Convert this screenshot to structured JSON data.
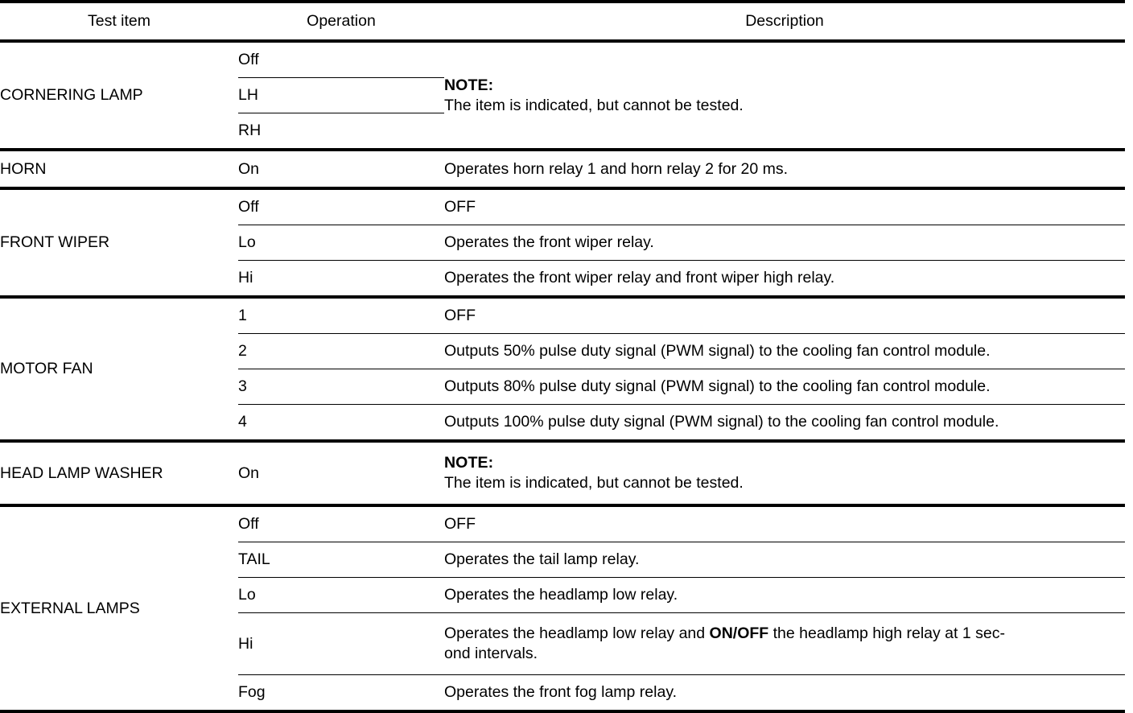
{
  "table": {
    "headers": [
      "Test item",
      "Operation",
      "Description"
    ],
    "groups": [
      {
        "item": "CORNERING LAMP",
        "rows": [
          {
            "operation": "Off",
            "description": {
              "note_label": "NOTE:",
              "note_body": "The item is indicated, but cannot be tested.",
              "rowspan": 3
            }
          },
          {
            "operation": "LH"
          },
          {
            "operation": "RH"
          }
        ]
      },
      {
        "item": "HORN",
        "rows": [
          {
            "operation": "On",
            "description": {
              "text": "Operates horn relay 1 and horn relay 2 for 20 ms."
            }
          }
        ]
      },
      {
        "item": "FRONT WIPER",
        "rows": [
          {
            "operation": "Off",
            "description": {
              "text": "OFF"
            }
          },
          {
            "operation": "Lo",
            "description": {
              "text": "Operates the front wiper relay."
            }
          },
          {
            "operation": "Hi",
            "description": {
              "text": "Operates the front wiper relay and front wiper high relay."
            }
          }
        ]
      },
      {
        "item": "MOTOR FAN",
        "rows": [
          {
            "operation": "1",
            "description": {
              "text": "OFF"
            }
          },
          {
            "operation": "2",
            "description": {
              "text": "Outputs 50% pulse duty signal (PWM signal) to the cooling fan control module."
            }
          },
          {
            "operation": "3",
            "description": {
              "text": "Outputs 80% pulse duty signal (PWM signal) to the cooling fan control module."
            }
          },
          {
            "operation": "4",
            "description": {
              "text": "Outputs 100% pulse duty signal (PWM signal) to the cooling fan control module."
            }
          }
        ]
      },
      {
        "item": "HEAD LAMP WASHER",
        "rows": [
          {
            "operation": "On",
            "description": {
              "note_label": "NOTE:",
              "note_body": "The item is indicated, but cannot be tested."
            }
          }
        ]
      },
      {
        "item": "EXTERNAL LAMPS",
        "rows": [
          {
            "operation": "Off",
            "description": {
              "text": "OFF"
            }
          },
          {
            "operation": "TAIL",
            "description": {
              "text": "Operates the tail lamp relay."
            }
          },
          {
            "operation": "Lo",
            "description": {
              "text": "Operates the headlamp low relay."
            }
          },
          {
            "operation": "Hi",
            "description": {
              "line1_a": "Operates the headlamp low relay and ",
              "line1_b": "ON/OFF",
              "line1_c": " the headlamp high relay at 1 sec-",
              "line2": "ond intervals."
            }
          },
          {
            "operation": "Fog",
            "description": {
              "text": "Operates the front fog lamp relay."
            }
          }
        ]
      }
    ]
  },
  "colors": {
    "rule": "#000000",
    "background": "#ffffff",
    "text": "#000000"
  }
}
